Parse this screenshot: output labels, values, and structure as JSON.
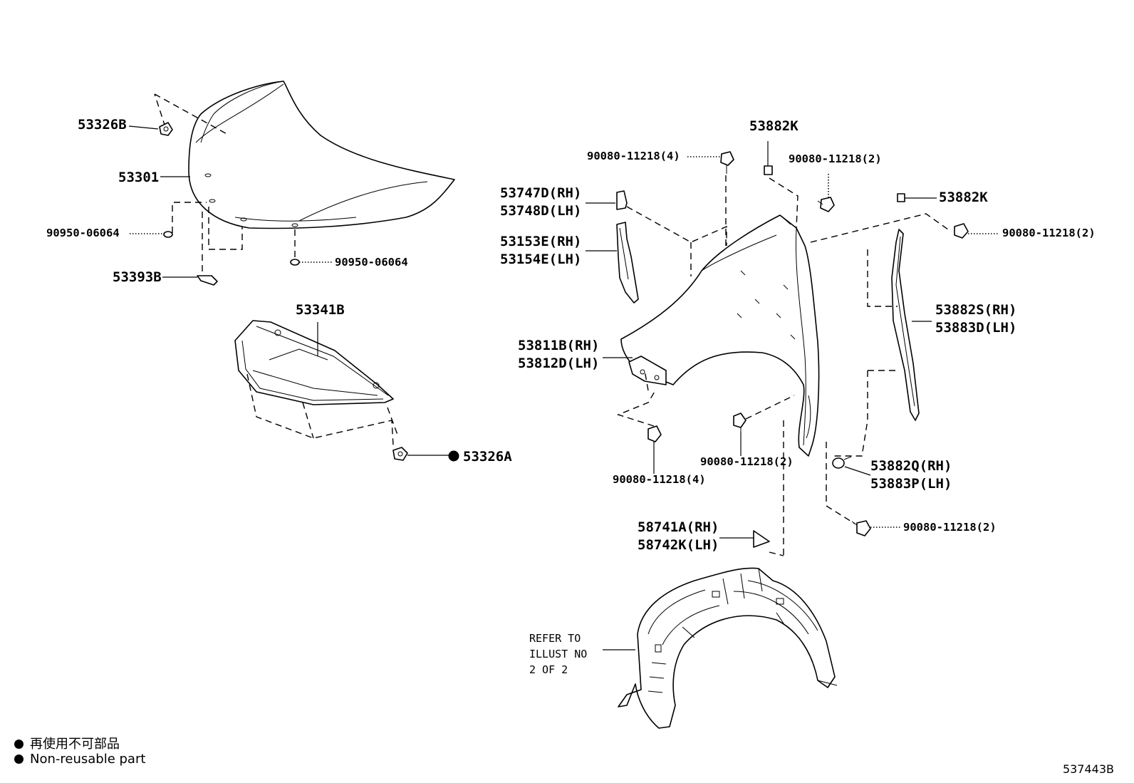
{
  "parts": {
    "p53326B": "53326B",
    "p53301": "53301",
    "p90950_06064_left": "90950-06064",
    "p90950_06064_right": "90950-06064",
    "p53393B": "53393B",
    "p53341B": "53341B",
    "p53326A": "53326A",
    "p90080_11218_4_top": "90080-11218(4)",
    "p53882K_top": "53882K",
    "p90080_11218_2_top": "90080-11218(2)",
    "p53882K_right": "53882K",
    "p90080_11218_2_right": "90080-11218(2)",
    "p53747D_RH": "53747D(RH)",
    "p53748D_LH": "53748D(LH)",
    "p53153E_RH": "53153E(RH)",
    "p53154E_LH": "53154E(LH)",
    "p53882S_RH": "53882S(RH)",
    "p53883D_LH": "53883D(LH)",
    "p53811B_RH": "53811B(RH)",
    "p53812D_LH": "53812D(LH)",
    "p90080_11218_2_mid": "90080-11218(2)",
    "p90080_11218_4_bottom": "90080-11218(4)",
    "p53882Q_RH": "53882Q(RH)",
    "p53883P_LH": "53883P(LH)",
    "p90080_11218_2_bottom": "90080-11218(2)",
    "p58741A_RH": "58741A(RH)",
    "p58742K_LH": "58742K(LH)"
  },
  "refer_note": "REFER TO\nILLUST NO\n2 OF 2",
  "legend": {
    "line1": "再使用不可部品",
    "line2": "Non-reusable part"
  },
  "diagram_id": "537443B"
}
